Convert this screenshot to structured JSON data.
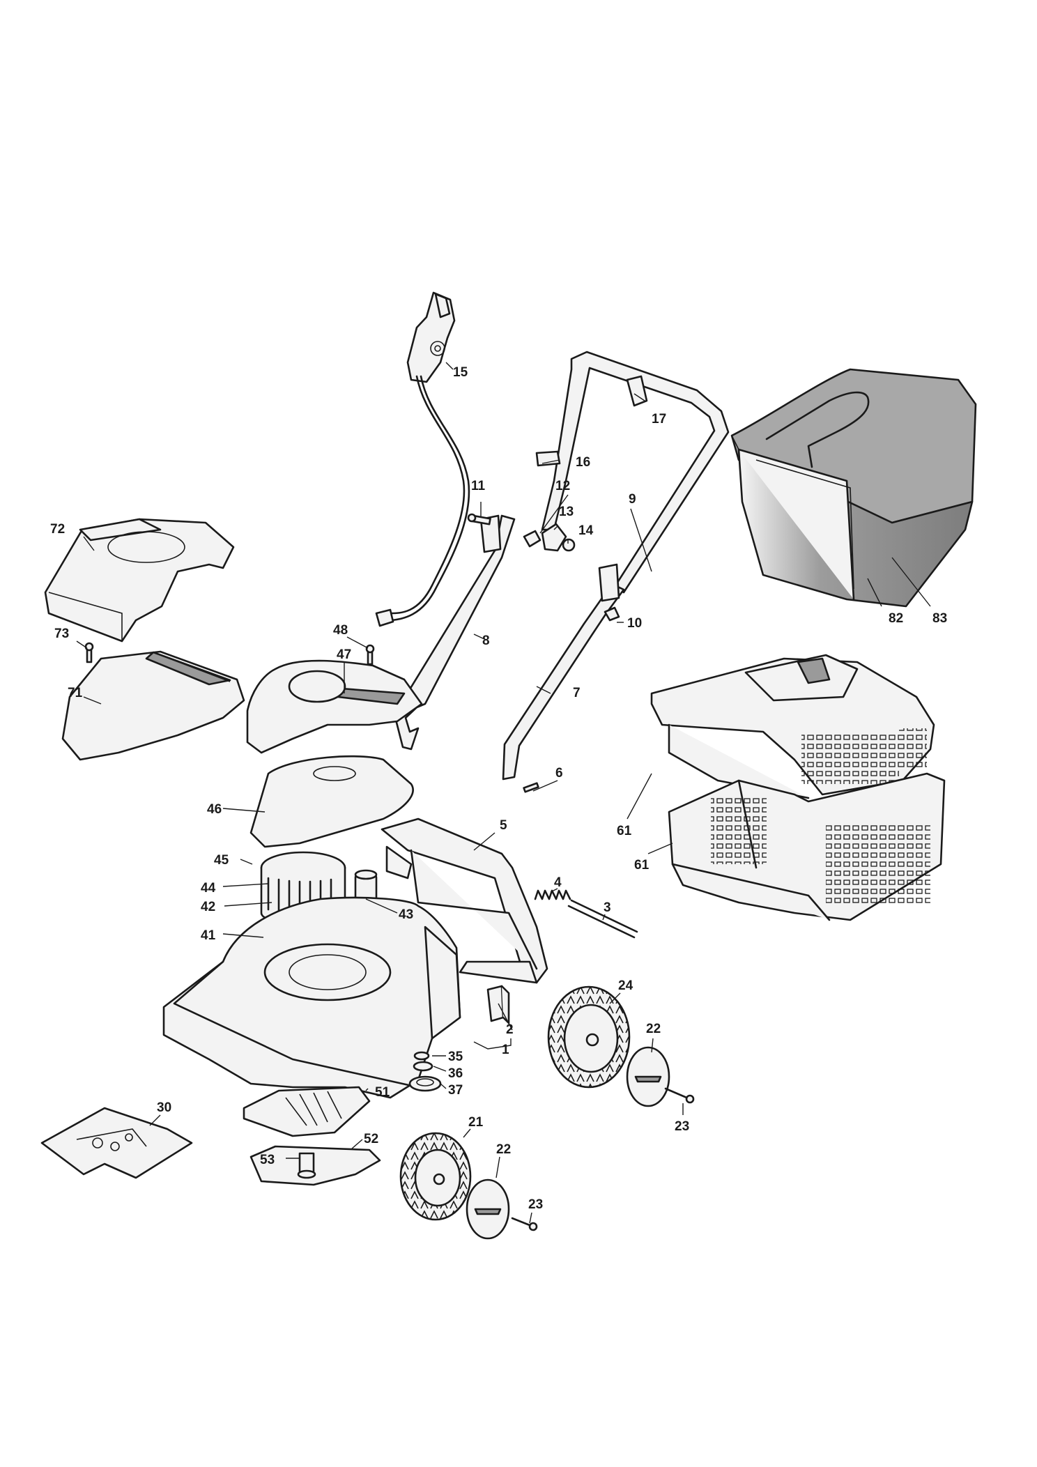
{
  "callouts": [
    "1",
    "2",
    "3",
    "4",
    "5",
    "6",
    "7",
    "8",
    "9",
    "10",
    "11",
    "12",
    "13",
    "14",
    "15",
    "16",
    "17",
    "21",
    "22",
    "23",
    "24",
    "30",
    "35",
    "36",
    "37",
    "41",
    "42",
    "43",
    "44",
    "45",
    "46",
    "47",
    "48",
    "51",
    "52",
    "53",
    "61",
    "71",
    "72",
    "73",
    "82",
    "83"
  ],
  "colors": {
    "line": "#1a1a1a",
    "part_fill": "#f3f3f3",
    "shade": "#9a9a9a",
    "background": "#ffffff"
  }
}
